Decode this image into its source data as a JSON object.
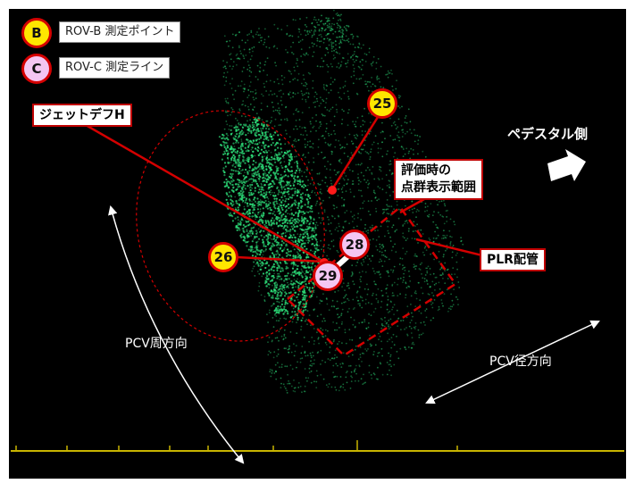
{
  "legend": {
    "b_marker": "B",
    "b_text": "ROV-B 測定ポイント",
    "c_marker": "C",
    "c_text": "ROV-C 測定ライン"
  },
  "labels": {
    "jet_deflector": "ジェットデフH",
    "pedestal_side": "ペデスタル側",
    "eval_range_line1": "評価時の",
    "eval_range_line2": "点群表示範囲",
    "plr_piping": "PLR配管",
    "pcv_circumferential": "PCV周方向",
    "pcv_radial": "PCV径方向"
  },
  "markers": {
    "p25": "25",
    "p26": "26",
    "p28": "28",
    "p29": "29"
  },
  "colors": {
    "background": "#000000",
    "point_cloud": "#2de07a",
    "callout_red": "#d40000",
    "marker_b_fill": "#ffe600",
    "marker_c_fill": "#f4c6f2",
    "ground_line": "#c8b400"
  }
}
